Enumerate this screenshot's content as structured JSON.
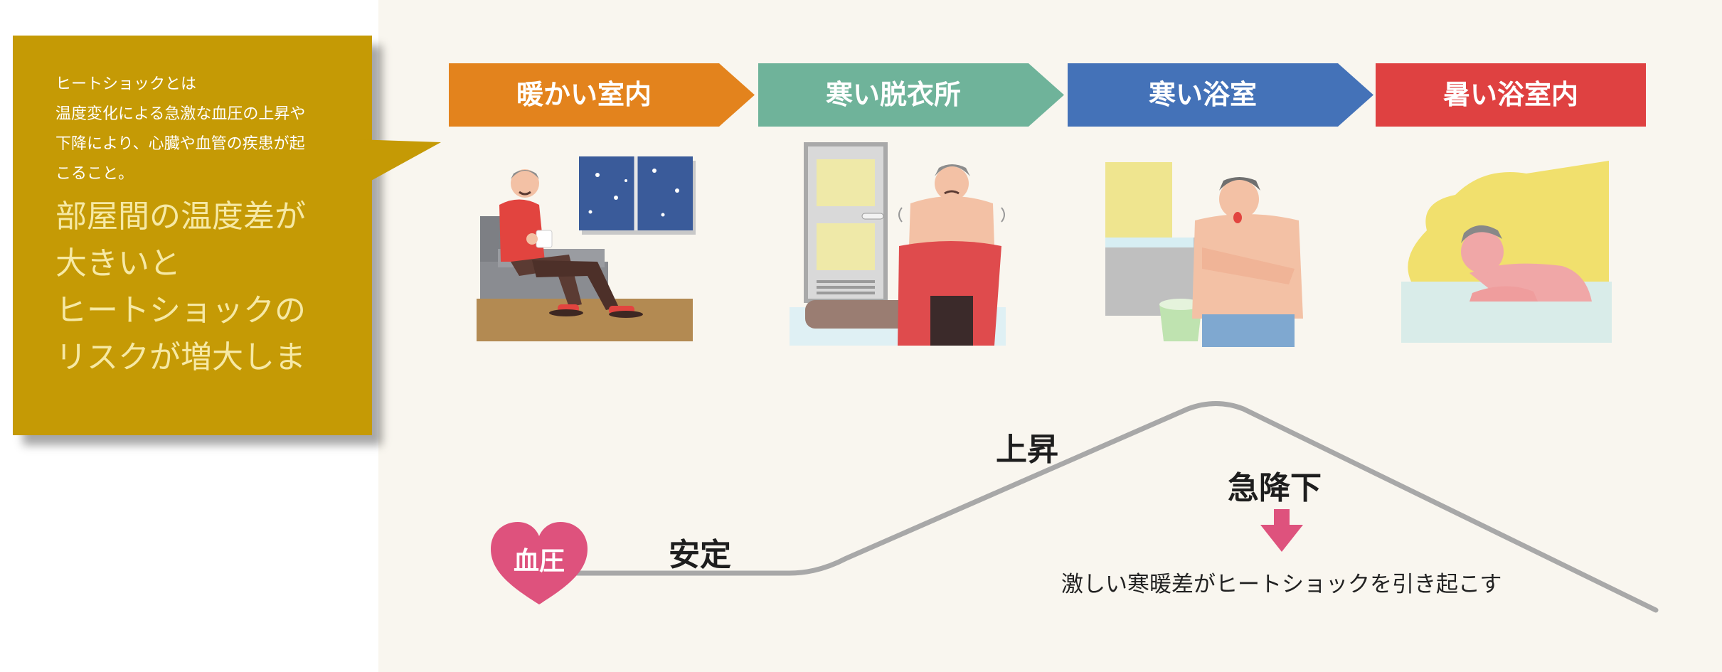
{
  "callout": {
    "lines": [
      "ヒートショックとは",
      "温度変化による急激な血圧の上昇や",
      "下降により、心臓や血管の疾患が起",
      "こること。"
    ],
    "headline": [
      "部屋間の温度差が",
      "大きいと",
      "ヒートショックの",
      "リスクが増大しま"
    ]
  },
  "stages": [
    {
      "label": "暖かい室内",
      "color": "#e3831d"
    },
    {
      "label": "寒い脱衣所",
      "color": "#6fb39a"
    },
    {
      "label": "寒い浴室",
      "color": "#4472b8"
    },
    {
      "label": "暑い浴室内",
      "color": "#df4141"
    }
  ],
  "graph": {
    "heart_label": "血圧",
    "stable": "安定",
    "rise": "上昇",
    "drop": "急降下",
    "note": "激しい寒暖差がヒートショックを引き起こす",
    "line_color": "#a8a8a8",
    "heart_color": "#de527d"
  }
}
